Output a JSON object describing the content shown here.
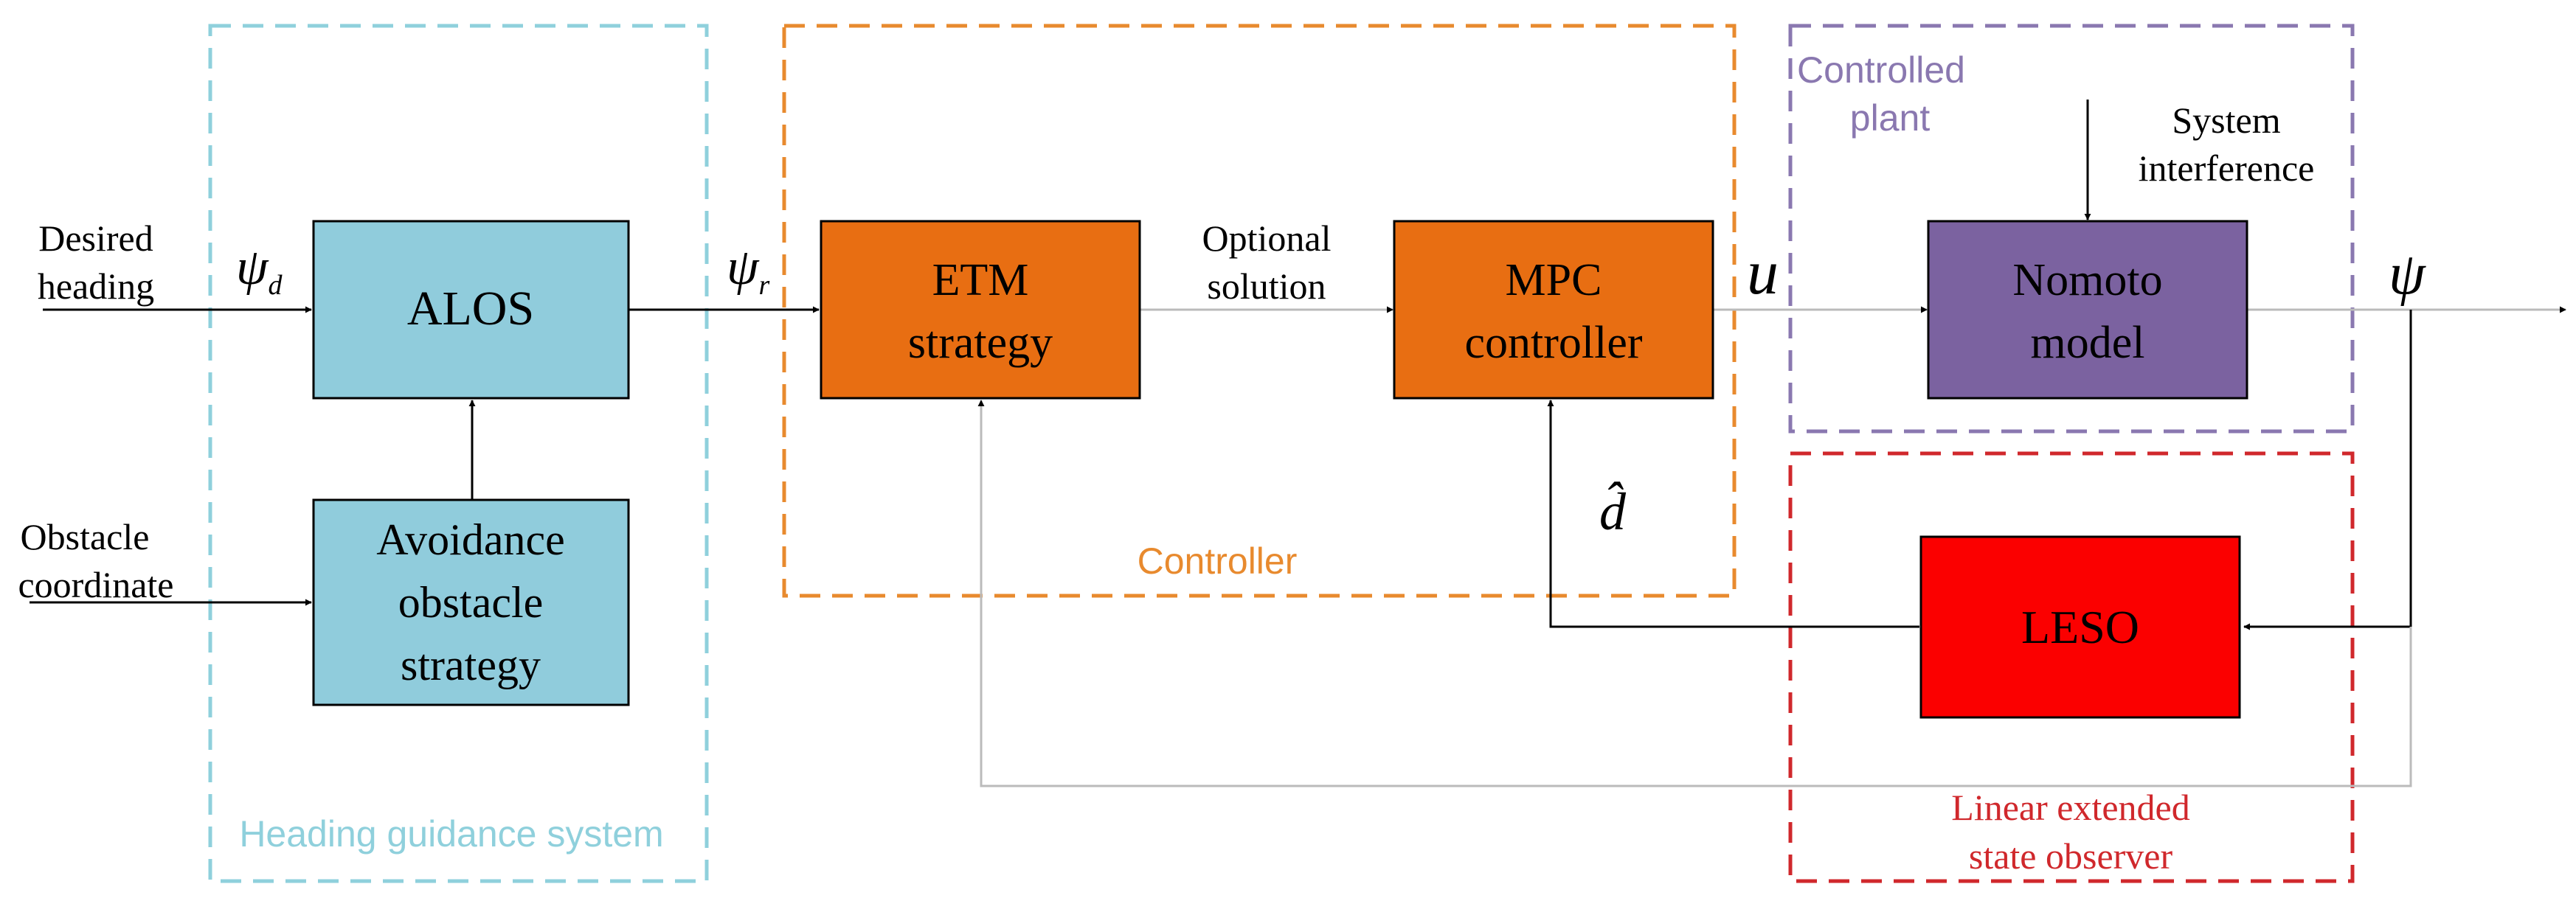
{
  "groups": {
    "heading_guidance": {
      "label": "Heading guidance system",
      "color": "#8fd0dc"
    },
    "controller": {
      "label": "Controller",
      "color": "#e88a2e"
    },
    "controlled_plant": {
      "label_line1": "Controlled",
      "label_line2": "plant",
      "color": "#8a78b0"
    },
    "observer": {
      "label_line1": "Linear extended",
      "label_line2": "state observer",
      "color": "#d0282c"
    }
  },
  "blocks": {
    "alos": {
      "label": "ALOS",
      "fill": "#90ccdc"
    },
    "avoidance": {
      "line1": "Avoidance",
      "line2": "obstacle",
      "line3": "strategy",
      "fill": "#90ccdc"
    },
    "etm": {
      "line1": "ETM",
      "line2": "strategy",
      "fill": "#e86e12"
    },
    "mpc": {
      "line1": "MPC",
      "line2": "controller",
      "fill": "#e86e12"
    },
    "nomoto": {
      "line1": "Nomoto",
      "line2": "model",
      "fill": "#7b62a0"
    },
    "leso": {
      "label": "LESO",
      "fill": "#fb0000"
    }
  },
  "signals": {
    "desired_heading": {
      "line1": "Desired",
      "line2": "heading"
    },
    "obstacle_coordinate": {
      "line1": "Obstacle",
      "line2": "coordinate"
    },
    "optional_solution": {
      "line1": "Optional",
      "line2": "solution"
    },
    "system_interference": {
      "line1": "System",
      "line2": "interference"
    },
    "psi_d": {
      "main": "ψ",
      "sub": "d"
    },
    "psi_r": {
      "main": "ψ",
      "sub": "r"
    },
    "u": "u",
    "psi": "ψ",
    "d_hat": "d̂"
  }
}
